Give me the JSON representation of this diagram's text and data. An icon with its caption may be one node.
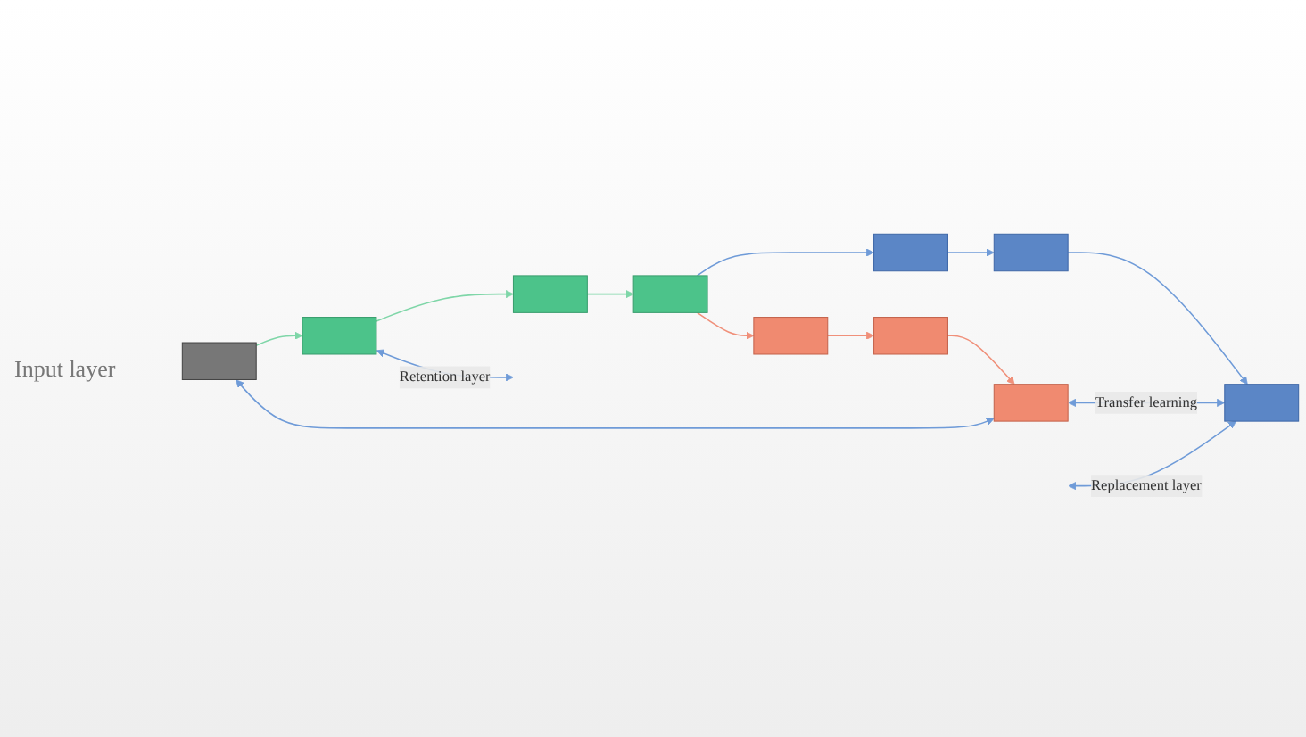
{
  "diagram": {
    "nodes": [
      {
        "text": [],
        "shape": "box"
      },
      {
        "text": [],
        "shape": "box"
      },
      {
        "text": [],
        "shape": "box"
      },
      {
        "text": [],
        "shape": "box"
      },
      {
        "text": [],
        "shape": "box"
      },
      {
        "text": [],
        "shape": "box"
      },
      {
        "text": [],
        "shape": "box"
      },
      {
        "text": [],
        "shape": "box"
      },
      {
        "text": [],
        "shape": "box"
      },
      {
        "text": [],
        "shape": "box"
      }
    ],
    "edges": [
      {
        "from": 0,
        "to": 1,
        "arrow": "to",
        "color": "#7fd6a8"
      },
      {
        "from": 1,
        "to": 2,
        "arrow": "to",
        "color": "#7fd6a8"
      },
      {
        "from": 2,
        "to": 3,
        "arrow": "to",
        "color": "#7fd6a8"
      },
      {
        "from": 3,
        "to": 4,
        "arrow": "to",
        "color": "#f0907a"
      },
      {
        "from": 4,
        "to": 5,
        "arrow": "to",
        "color": "#f0907a"
      },
      {
        "from": 5,
        "to": 6,
        "arrow": "to",
        "color": "#f0907a"
      },
      {
        "from": 3,
        "to": 7,
        "arrow": "to"
      },
      {
        "from": 7,
        "to": 8,
        "arrow": "to"
      },
      {
        "from": 8,
        "to": 9,
        "arrow": "to"
      },
      {
        "from": 0,
        "to": 6,
        "arrow": "both"
      },
      {
        "from": 6,
        "to": 9,
        "arrow": "both",
        "label": "Transfer learning"
      },
      {
        "from": 1,
        "to": null,
        "arrow": "both",
        "label": "Retention layer"
      },
      {
        "from": null,
        "to": 9,
        "arrow": "both",
        "label": "Replacement layer"
      }
    ],
    "labels": [
      "Input layer"
    ]
  }
}
